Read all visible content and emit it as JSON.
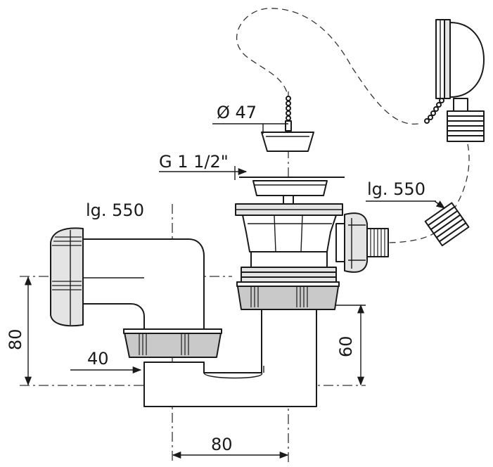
{
  "dimensions": {
    "chain_length_left": "lg. 550",
    "chain_length_right": "lg. 550",
    "plug_diameter": "Ø 47",
    "thread_size": "G 1 1/2\"",
    "height_left": "80",
    "height_right": "60",
    "offset_bottom": "80",
    "inlet_offset": "40"
  },
  "colors": {
    "line": "#1a1a1a",
    "light_fill": "#e4e4e4",
    "dark_fill": "#c9c9c9",
    "background": "#ffffff"
  }
}
